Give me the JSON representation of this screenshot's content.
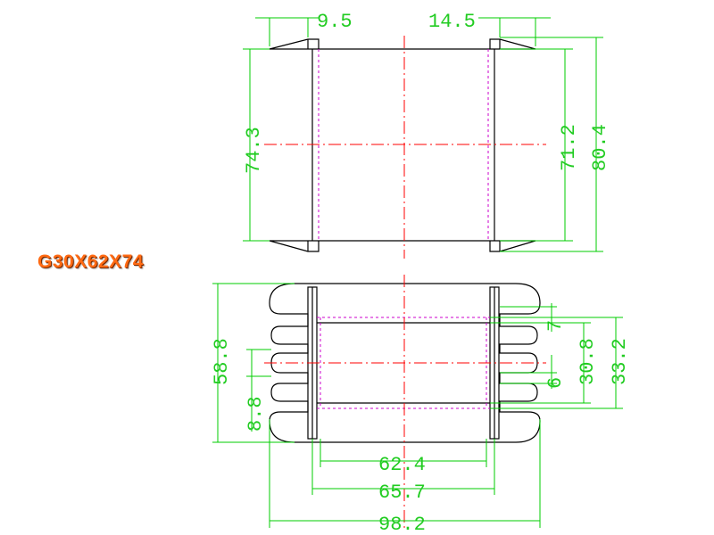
{
  "title": "G30X62X74",
  "side_view": {
    "dims": {
      "pin_left": "9.5",
      "pin_right": "14.5",
      "height_outer": "74.3",
      "height_inner": "71.2",
      "height_total": "80.4"
    }
  },
  "top_view": {
    "dims": {
      "height": "58.8",
      "slot_gap": "8.8",
      "pitch_a": "7",
      "pitch_b": "6",
      "window": "30.8",
      "core": "33.2",
      "inner_width": "62.4",
      "mid_width": "65.7",
      "total_width": "98.2"
    }
  },
  "colors": {
    "dimension": "#22cc22",
    "outline": "#000000",
    "centerline": "#ff0000",
    "hidden": "#cc00cc",
    "title": "#ff6a13"
  }
}
